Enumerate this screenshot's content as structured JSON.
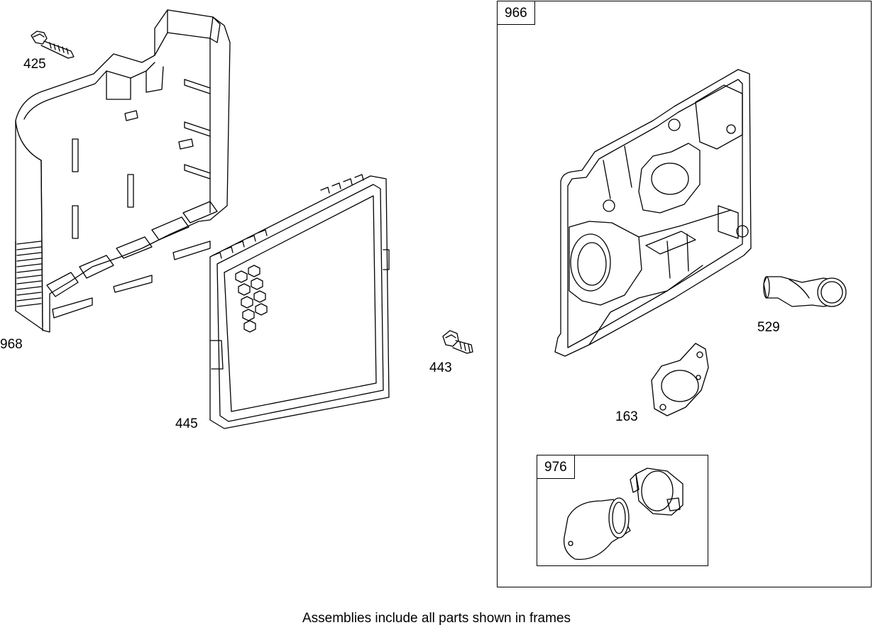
{
  "frames": {
    "outer": {
      "id": "966"
    },
    "inner": {
      "id": "976"
    }
  },
  "parts": {
    "p425": "425",
    "p968": "968",
    "p445": "445",
    "p443": "443",
    "p529": "529",
    "p163": "163"
  },
  "footer": {
    "note": "Assemblies include all parts shown in frames"
  }
}
